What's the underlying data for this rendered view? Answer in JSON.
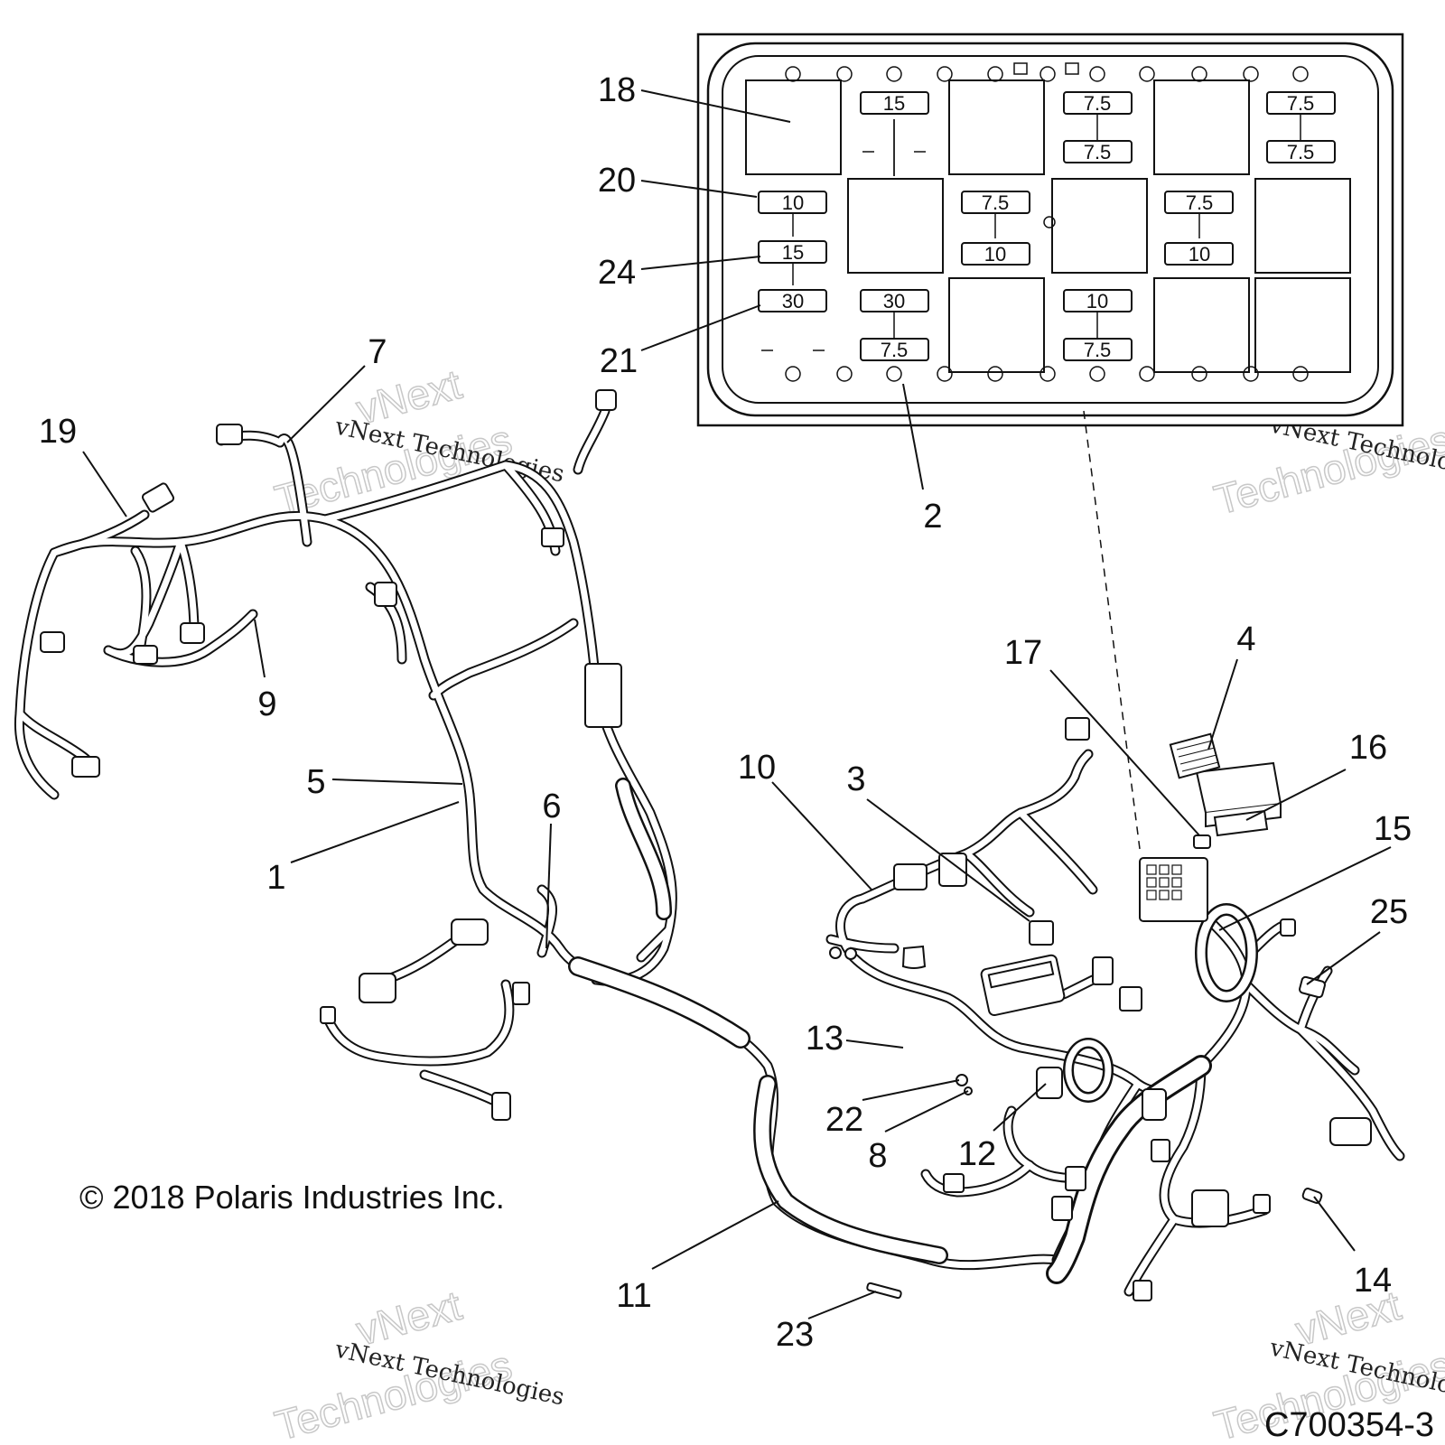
{
  "callouts": [
    {
      "label": "1"
    },
    {
      "label": "2"
    },
    {
      "label": "3"
    },
    {
      "label": "4"
    },
    {
      "label": "5"
    },
    {
      "label": "6"
    },
    {
      "label": "7"
    },
    {
      "label": "8"
    },
    {
      "label": "9"
    },
    {
      "label": "10"
    },
    {
      "label": "11"
    },
    {
      "label": "12"
    },
    {
      "label": "13"
    },
    {
      "label": "14"
    },
    {
      "label": "15"
    },
    {
      "label": "16"
    },
    {
      "label": "17"
    },
    {
      "label": "18"
    },
    {
      "label": "19"
    },
    {
      "label": "20"
    },
    {
      "label": "21"
    },
    {
      "label": "22"
    },
    {
      "label": "23"
    },
    {
      "label": "24"
    },
    {
      "label": "25"
    }
  ],
  "fuse_box": {
    "fuses": [
      "15",
      "7.5",
      "7.5",
      "7.5",
      "7.5",
      "10",
      "7.5",
      "7.5",
      "15",
      "10",
      "10",
      "30",
      "30",
      "10",
      "7.5",
      "7.5"
    ]
  },
  "watermark": {
    "line1": "vNext Technologies",
    "big_a": "vNext",
    "big_b": "Technologies"
  },
  "copyright": "© 2018 Polaris Industries Inc.",
  "figure_id": "C700354-3"
}
